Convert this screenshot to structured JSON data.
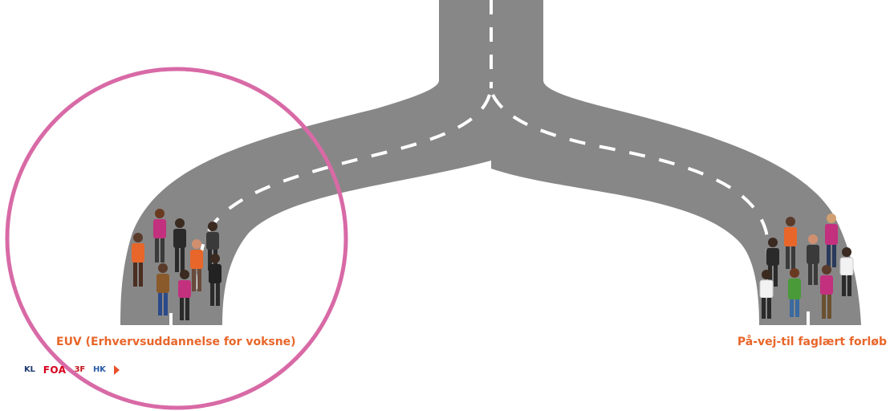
{
  "labels": {
    "left_path": "EUV (Erhvervsuddannelse for voksne)",
    "right_path": "På-vej-til faglært forløb"
  },
  "logos": {
    "kl": "KL",
    "foa": "FOA",
    "3f": "3F",
    "hk": "HK"
  },
  "colors": {
    "road": "#878787",
    "road_marking": "#ffffff",
    "highlight_circle": "#d86aa6",
    "label_text": "#e8662a",
    "kl_logo": "#1d3a6e",
    "foa_logo": "#d6001c",
    "3f_logo": "#c4151c",
    "hk_logo": "#2a5ca8"
  },
  "icons": {
    "left_group": "people-group-icon",
    "right_group": "people-group-icon",
    "arrow_logo": "play-arrow-icon"
  }
}
